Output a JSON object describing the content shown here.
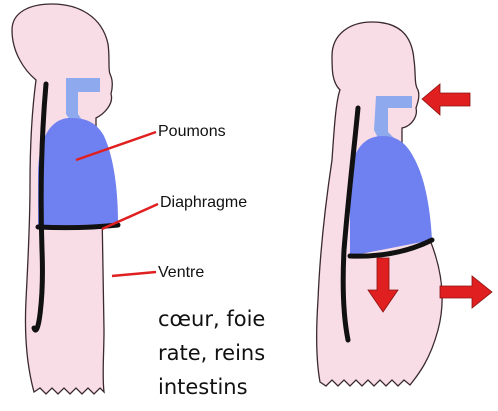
{
  "colors": {
    "body_fill": "#f9dde6",
    "body_outline": "#3a2a2e",
    "lung_fill": "#6f80f0",
    "airway_fill": "#8fa9ee",
    "spine": "#111111",
    "diaphragm": "#111111",
    "pointer_line": "#e02020",
    "arrow_fill": "#e02020"
  },
  "labels": {
    "lungs": "Poumons",
    "diaphragm": "Diaphragme",
    "belly": "Ventre"
  },
  "organs_text": {
    "line1": "cœur, foie",
    "line2": "rate, reins",
    "line3": "intestins"
  },
  "figures": [
    {
      "name": "exhale-figure",
      "state": "diaphragme relâché"
    },
    {
      "name": "inhale-figure",
      "state": "diaphragme abaissé"
    }
  ],
  "icons": [
    "air-intake-arrow-icon",
    "diaphragm-down-arrow-icon",
    "belly-out-arrow-icon"
  ]
}
